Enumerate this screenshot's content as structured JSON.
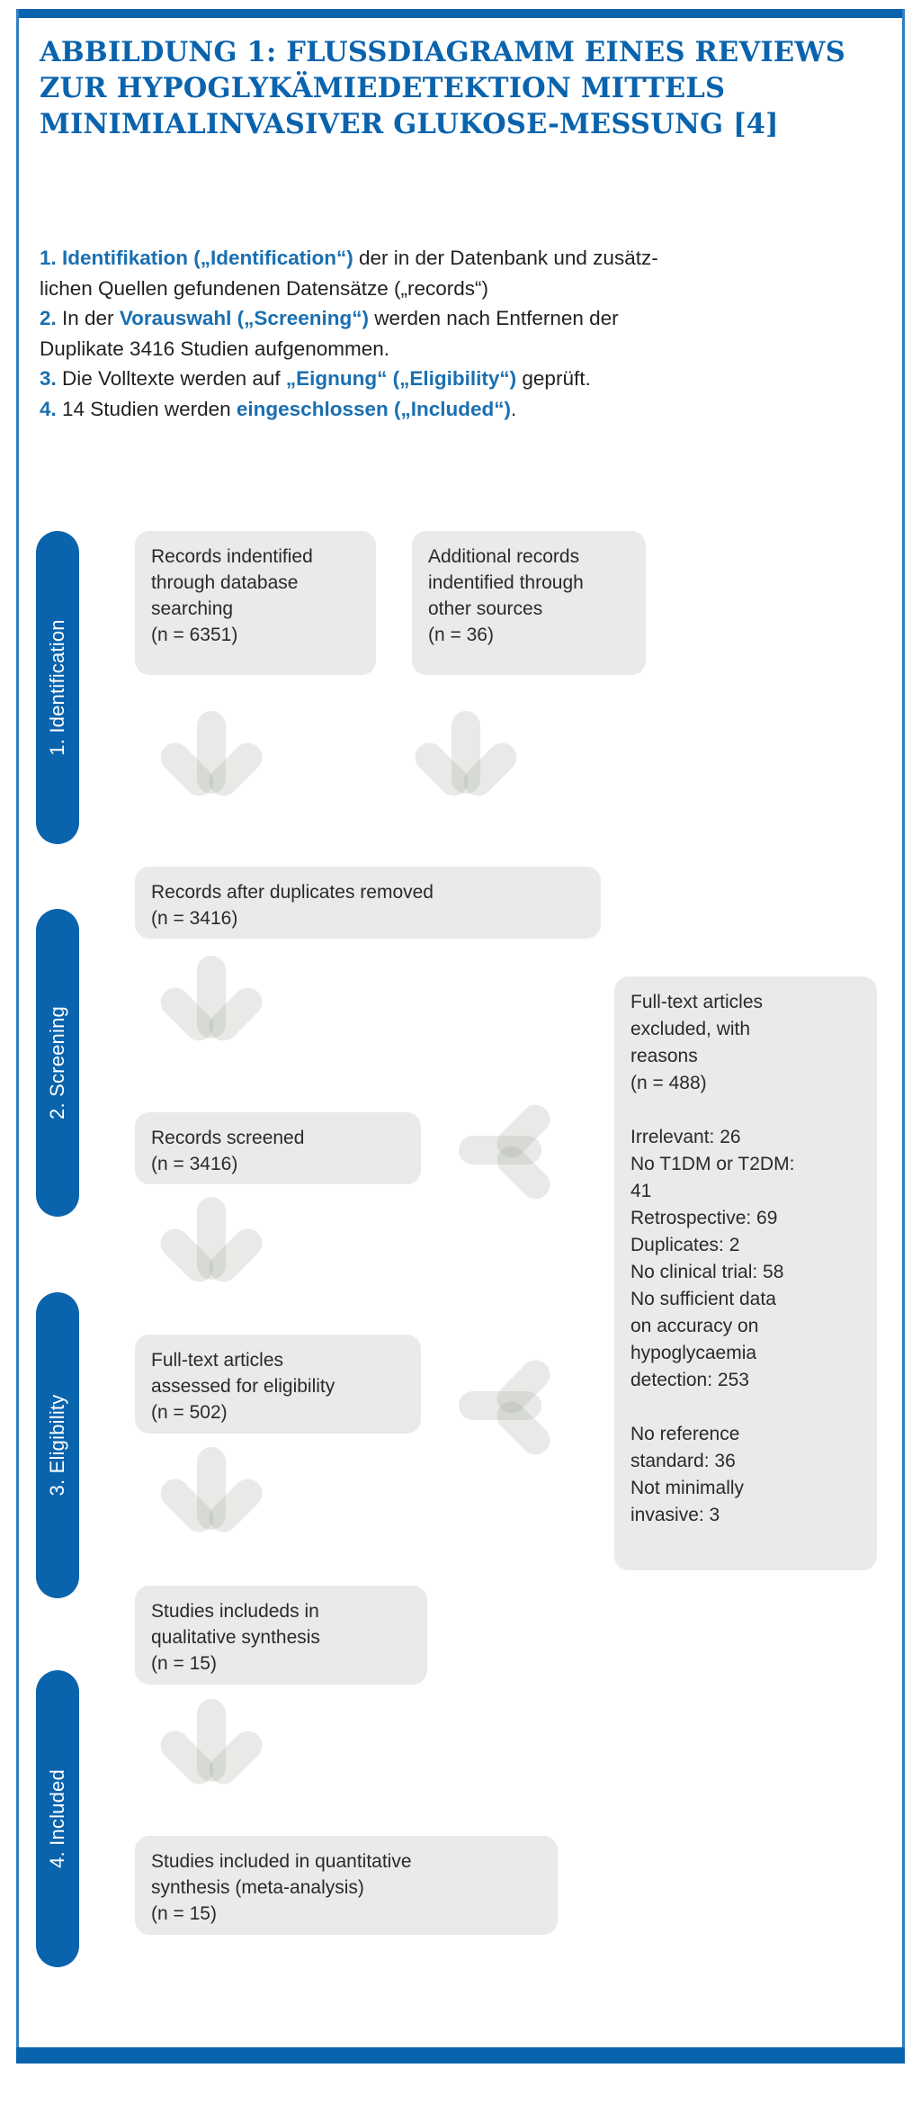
{
  "figure": {
    "title": "Abbildung 1: Flussdiagramm eines Reviews zur Hypoglykämiedetektion mittels minimialinvasiver Glukose-messung [4]",
    "accent_color": "#0a63ad",
    "node_fill": "#e9ebe8",
    "arrow_color": "#969e92"
  },
  "intro": {
    "line1_prefix": "1. Identifikation („Identification“)",
    "line1_rest": " der in der Datenbank und zusätz-",
    "line1b": "lichen Quellen gefundenen Datensätze („records“)",
    "line2_num": "2.",
    "line2_a": " In der ",
    "line2_hl": "Vorauswahl („Screening“)",
    "line2_b": " werden nach Entfernen der",
    "line2c": "Duplikate 3416 Studien aufgenommen.",
    "line3_num": "3.",
    "line3_a": " Die Volltexte werden auf ",
    "line3_hl": "„Eignung“ („Eligibility“)",
    "line3_b": " geprüft.",
    "line4_num": "4.",
    "line4_a": " 14 Studien werden ",
    "line4_hl": "eingeschlossen („Included“)",
    "line4_b": "."
  },
  "stages": [
    {
      "id": "identification",
      "label": "1. Identification"
    },
    {
      "id": "screening",
      "label": "2. Screening"
    },
    {
      "id": "eligibility",
      "label": "3. Eligibility"
    },
    {
      "id": "included",
      "label": "4. Included"
    }
  ],
  "nodes": [
    {
      "id": "records-database",
      "text": "Records indentified\nthrough database\nsearching\n(n = 6351)"
    },
    {
      "id": "records-other-sources",
      "text": "Additional records\nindentified through\nother sources\n(n = 36)"
    },
    {
      "id": "records-after-duplicates",
      "text": "Records after duplicates removed\n(n = 3416)"
    },
    {
      "id": "records-screened",
      "text": "Records screened\n(n = 3416)"
    },
    {
      "id": "fulltext-assessed",
      "text": "Full-text articles\nassessed for eligibility\n(n = 502)"
    },
    {
      "id": "qualitative-synthesis",
      "text": "Studies includeds in\nqualitative synthesis\n(n = 15)"
    },
    {
      "id": "quantitative-synthesis",
      "text": "Studies included in quantitative\nsynthesis (meta-analysis)\n(n = 15)"
    },
    {
      "id": "fulltext-excluded",
      "text": "Full-text articles\nexcluded, with\nreasons\n(n = 488)\n\nIrrelevant: 26\nNo T1DM or T2DM:\n41\nRetrospective: 69\nDuplicates: 2\nNo clinical trial: 58\nNo sufficient data\non accuracy on\nhypoglycaemia\ndetection: 253\n\nNo reference\nstandard: 36\nNot minimally\ninvasive: 3"
    }
  ],
  "chart_data": {
    "type": "flowchart",
    "title": "PRISMA flow diagram",
    "stages": [
      "1. Identification",
      "2. Screening",
      "3. Eligibility",
      "4. Included"
    ],
    "counts": {
      "records_identified_through_database_searching": 6351,
      "additional_records_other_sources": 36,
      "records_after_duplicates_removed": 3416,
      "records_screened": 3416,
      "full_text_articles_assessed_for_eligibility": 502,
      "full_text_articles_excluded": 488,
      "studies_in_qualitative_synthesis": 15,
      "studies_in_quantitative_synthesis": 15
    },
    "exclusion_reasons": [
      {
        "reason": "Irrelevant",
        "n": 26
      },
      {
        "reason": "No T1DM or T2DM",
        "n": 41
      },
      {
        "reason": "Retrospective",
        "n": 69
      },
      {
        "reason": "Duplicates",
        "n": 2
      },
      {
        "reason": "No clinical trial",
        "n": 58
      },
      {
        "reason": "No sufficient data on accuracy on hypoglycaemia detection",
        "n": 253
      },
      {
        "reason": "No reference standard",
        "n": 36
      },
      {
        "reason": "Not minimally invasive",
        "n": 3
      }
    ]
  }
}
